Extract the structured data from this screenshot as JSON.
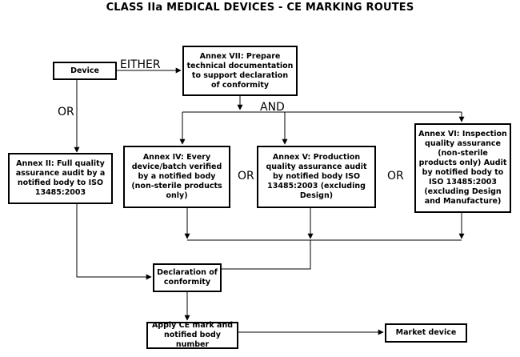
{
  "title": "CLASS IIa MEDICAL DEVICES - CE MARKING ROUTES",
  "nodes": {
    "device": "Device",
    "annex_vii": "Annex VII: Prepare technical documentation to support declaration of conformity",
    "annex_ii": "Annex II: Full quality assurance audit by a notified body to ISO 13485:2003",
    "annex_iv": "Annex IV: Every device/batch verified by a notified body (non-sterile products only)",
    "annex_v": "Annex V: Production quality assurance audit by notified body ISO 13485:2003 (excluding Design)",
    "annex_vi": "Annex VI: Inspection quality assurance (non-sterile products only) Audit by notified body to ISO 13485:2003 (excluding Design and Manufacture)",
    "declaration": "Declaration of conformity",
    "apply_ce": "Apply CE mark and notified body number",
    "market": "Market device"
  },
  "labels": {
    "either": "EITHER",
    "or_left": "OR",
    "and": "AND",
    "or_mid1": "OR",
    "or_mid2": "OR"
  }
}
